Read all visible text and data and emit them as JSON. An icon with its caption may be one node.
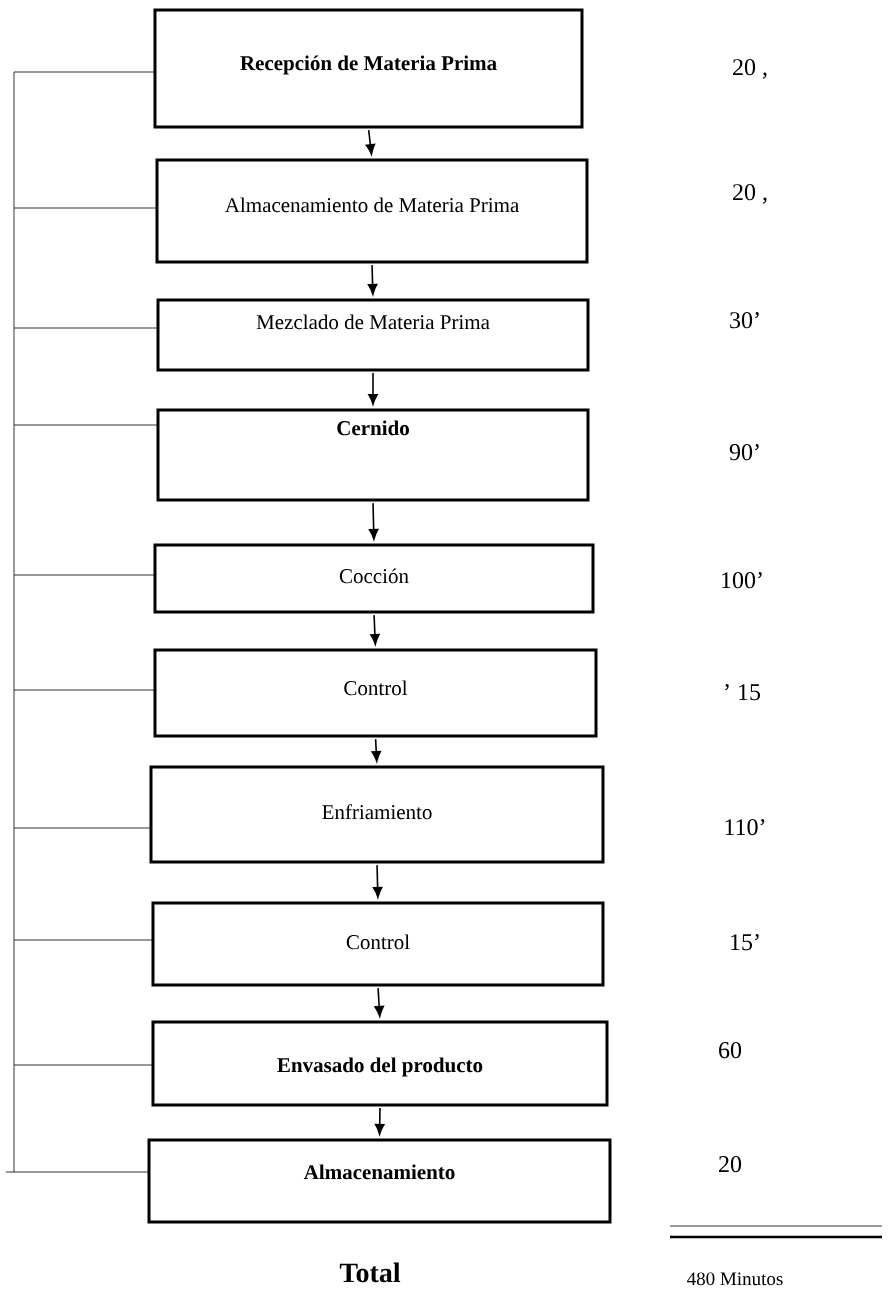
{
  "diagram": {
    "nodes": [
      {
        "text": [
          "Recepción de Materia Prima"
        ]
      },
      {
        "text": [
          "Almacenamiento de Materia Prima"
        ]
      },
      {
        "text": [
          "Mezclado de Materia Prima"
        ]
      },
      {
        "text": [
          "Cernido"
        ]
      },
      {
        "text": [
          "Cocción"
        ]
      },
      {
        "text": [
          "Control"
        ]
      },
      {
        "text": [
          "Enfriamiento"
        ]
      },
      {
        "text": [
          "Control"
        ]
      },
      {
        "text": [
          "Envasado del producto"
        ]
      },
      {
        "text": [
          "Almacenamiento"
        ]
      }
    ],
    "edges": [
      {
        "from": 0,
        "to": 1,
        "arrow": "to"
      },
      {
        "from": 1,
        "to": 2,
        "arrow": "to"
      },
      {
        "from": 2,
        "to": 3,
        "arrow": "to"
      },
      {
        "from": 3,
        "to": 4,
        "arrow": "to"
      },
      {
        "from": 4,
        "to": 5,
        "arrow": "to"
      },
      {
        "from": 5,
        "to": 6,
        "arrow": "to"
      },
      {
        "from": 6,
        "to": 7,
        "arrow": "to"
      },
      {
        "from": 7,
        "to": 8,
        "arrow": "to"
      },
      {
        "from": 8,
        "to": 9,
        "arrow": "to"
      }
    ],
    "labels": [
      "20 ,",
      "20 ,",
      "30’",
      "90’",
      "100’",
      "’ 15",
      "110’",
      "15’",
      "60",
      "20",
      "Total",
      "480 Minutos"
    ]
  }
}
